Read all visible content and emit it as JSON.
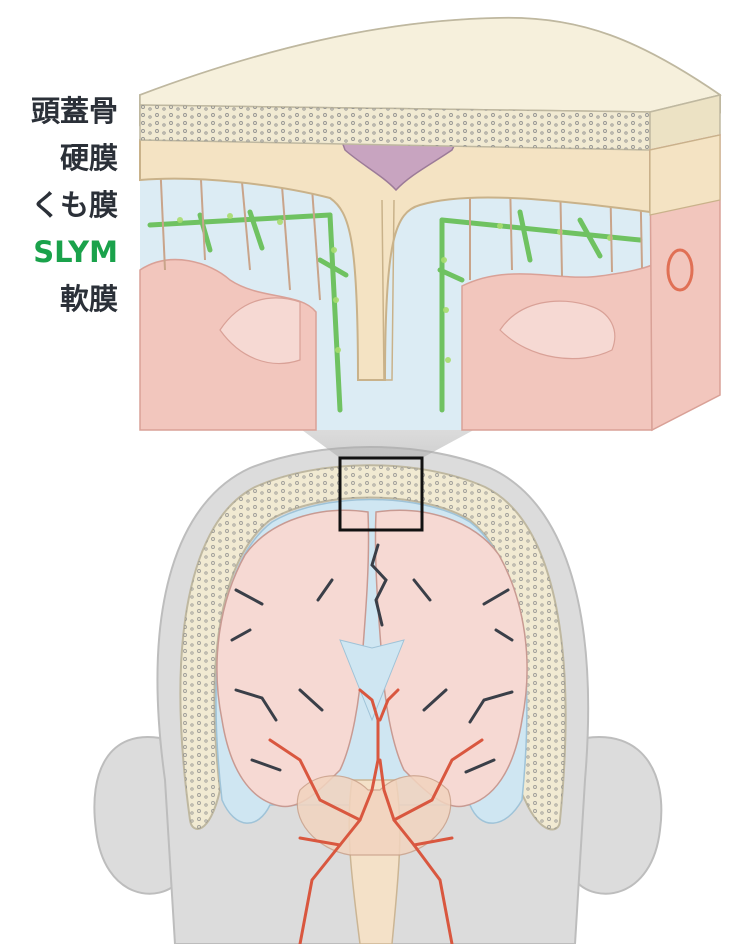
{
  "legend": {
    "items": [
      {
        "label": "頭蓋骨",
        "color": "#2b3038"
      },
      {
        "label": "硬膜",
        "color": "#2b3038"
      },
      {
        "label": "くも膜",
        "color": "#2b3038"
      },
      {
        "label": "SLYM",
        "color": "#1aa24b"
      },
      {
        "label": "軟膜",
        "color": "#2b3038"
      }
    ]
  },
  "colors": {
    "skull": "#f1ead2",
    "dura": "#f4e3c3",
    "csf": "#cfe6f2",
    "slym": "#5dbb48",
    "brain": "#f4d2cc",
    "artery": "#d9573f",
    "head": "#dadada"
  }
}
